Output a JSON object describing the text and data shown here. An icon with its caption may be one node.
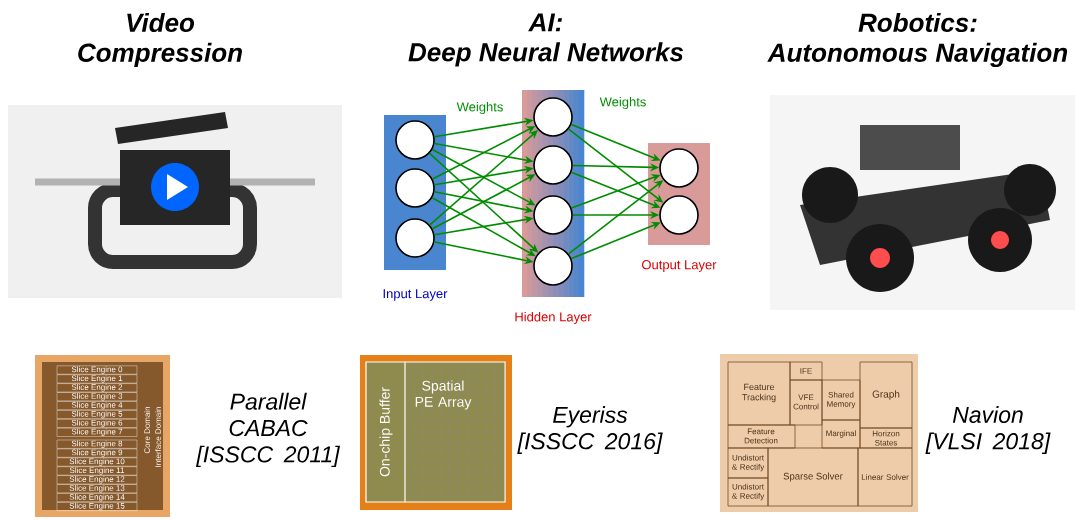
{
  "diagram": {
    "nodes": [
      {
        "text": [
          "Input Layer"
        ]
      },
      {
        "text": [
          "Hidden Layer"
        ]
      },
      {
        "text": [
          "Output Layer"
        ]
      },
      {
        "text": [],
        "shape": "circle",
        "in": 0
      },
      {
        "text": [],
        "shape": "circle",
        "in": 0
      },
      {
        "text": [],
        "shape": "circle",
        "in": 0
      },
      {
        "text": [],
        "shape": "circle",
        "in": 1
      },
      {
        "text": [],
        "shape": "circle",
        "in": 1
      },
      {
        "text": [],
        "shape": "circle",
        "in": 1
      },
      {
        "text": [],
        "shape": "circle",
        "in": 1
      },
      {
        "text": [],
        "shape": "circle",
        "in": 2
      },
      {
        "text": [],
        "shape": "circle",
        "in": 2
      }
    ],
    "edges": [
      {
        "from": 3,
        "to": 6,
        "arrow": "to"
      },
      {
        "from": 3,
        "to": 7,
        "arrow": "to"
      },
      {
        "from": 3,
        "to": 8,
        "arrow": "to"
      },
      {
        "from": 3,
        "to": 9,
        "arrow": "to"
      },
      {
        "from": 4,
        "to": 6,
        "arrow": "to"
      },
      {
        "from": 4,
        "to": 7,
        "arrow": "to"
      },
      {
        "from": 4,
        "to": 8,
        "arrow": "to"
      },
      {
        "from": 4,
        "to": 9,
        "arrow": "to"
      },
      {
        "from": 5,
        "to": 6,
        "arrow": "to"
      },
      {
        "from": 5,
        "to": 7,
        "arrow": "to"
      },
      {
        "from": 5,
        "to": 8,
        "arrow": "to"
      },
      {
        "from": 5,
        "to": 9,
        "arrow": "to"
      },
      {
        "from": 6,
        "to": 10,
        "arrow": "to"
      },
      {
        "from": 6,
        "to": 11,
        "arrow": "to"
      },
      {
        "from": 7,
        "to": 10,
        "arrow": "to"
      },
      {
        "from": 7,
        "to": 11,
        "arrow": "to"
      },
      {
        "from": 8,
        "to": 10,
        "arrow": "to"
      },
      {
        "from": 8,
        "to": 11,
        "arrow": "to"
      },
      {
        "from": 9,
        "to": 10,
        "arrow": "to"
      },
      {
        "from": 9,
        "to": 11,
        "arrow": "to"
      }
    ],
    "labels": [
      "Video Compression",
      "AI: Deep Neural Networks",
      "Robotics: Autonomous Navigation",
      "Weights",
      "Weights",
      "Slice Engine 0",
      "Slice Engine 1",
      "Slice Engine 2",
      "Slice Engine 3",
      "Slice Engine 4",
      "Slice Engine 5",
      "Slice Engine 6",
      "Slice Engine 7",
      "Slice Engine 8",
      "Slice Engine 9",
      "Slice Engine 10",
      "Slice Engine 11",
      "Slice Engine 12",
      "Slice Engine 13",
      "Slice Engine 14",
      "Slice Engine 15",
      "Core Domain",
      "Interface Domain",
      "Parallel CABAC [ISSCC 2011]",
      "On-chip Buffer",
      "Spatial PE Array",
      "Eyeriss [ISSCC 2016]",
      "Feature Tracking",
      "IFE",
      "VFE Control",
      "Shared Memory",
      "Graph",
      "Feature Detection",
      "Marginal",
      "Horizon States",
      "Undistort & Rectify",
      "Undistort & Rectify",
      "Sparse Solver",
      "Linear Solver",
      "Navion [VLSI 2018]"
    ]
  }
}
